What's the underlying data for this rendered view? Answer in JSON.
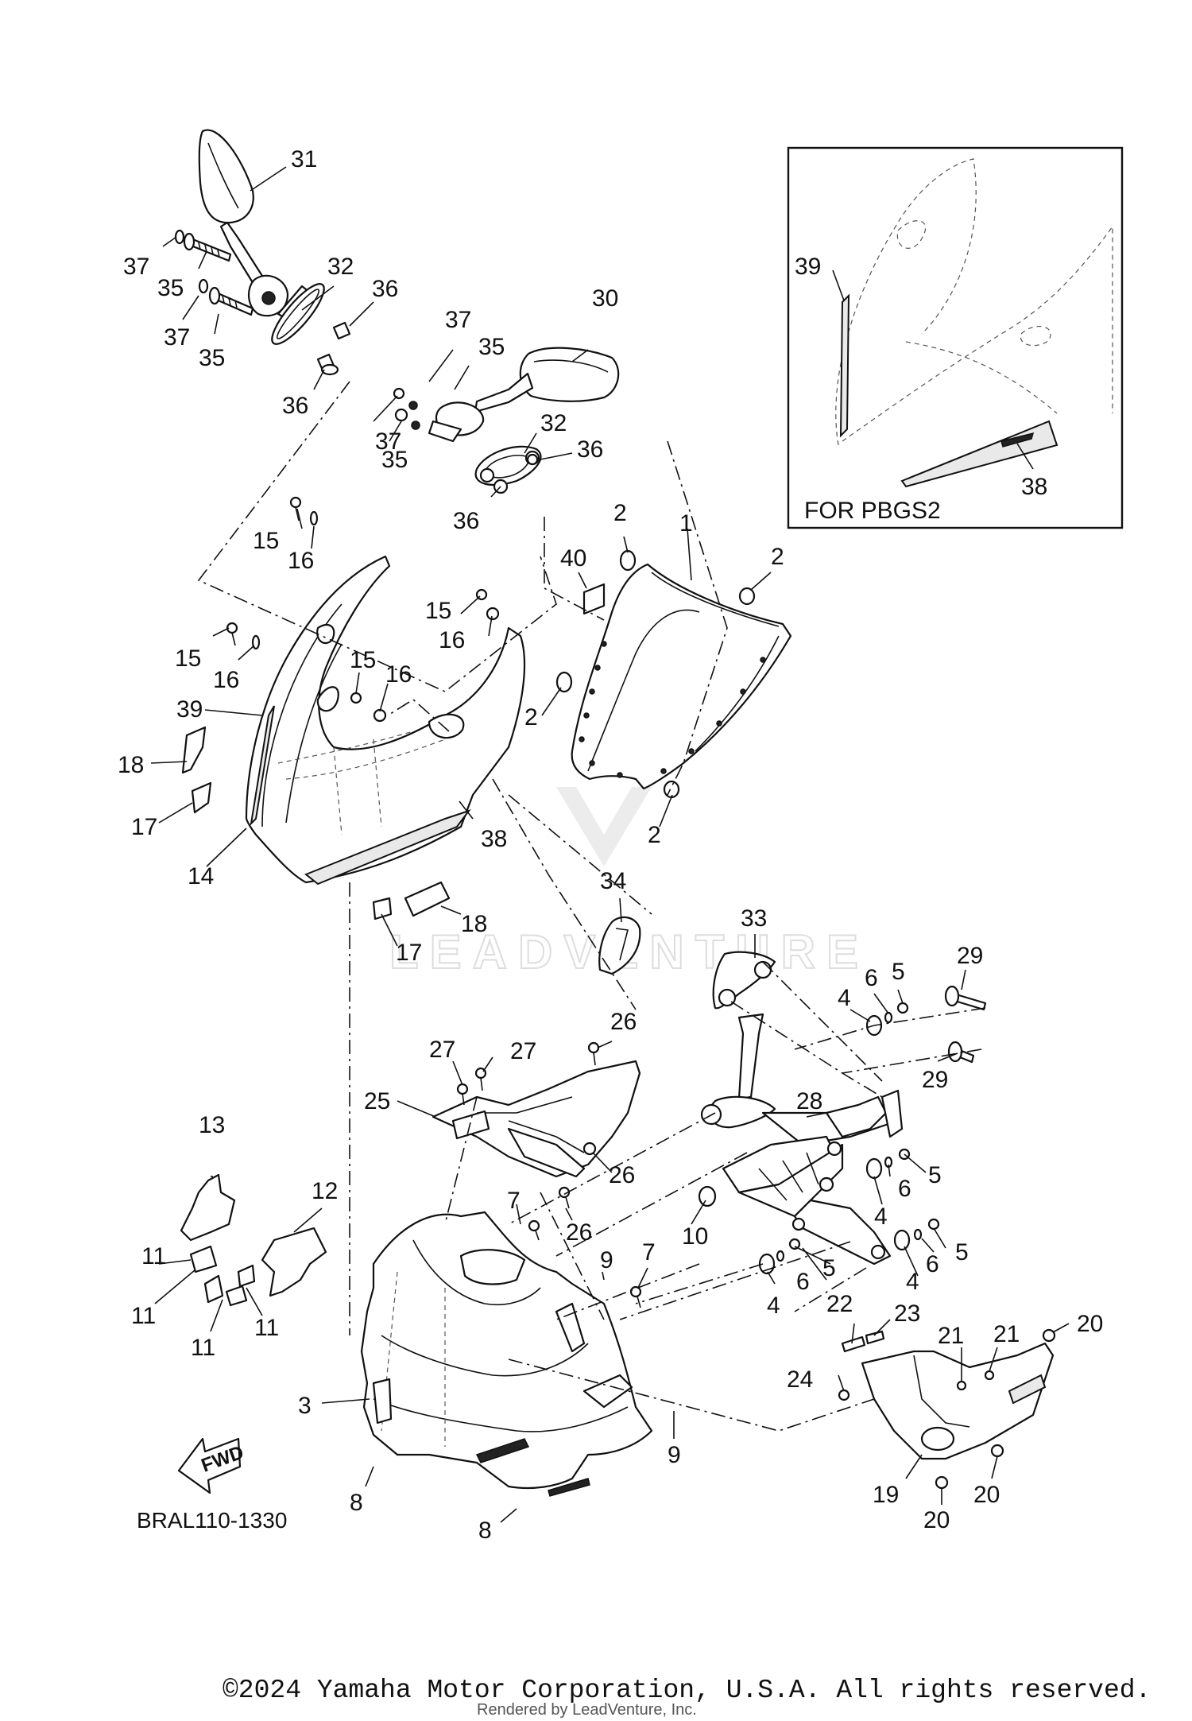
{
  "diagram": {
    "code": "BRAL110-1330",
    "fwd_label": "FWD",
    "inset_label": "FOR PBGS2",
    "watermark": "LEADVENTURE",
    "copyright": "©2024 Yamaha Motor Corporation, U.S.A. All rights reserved.",
    "rendered_by": "Rendered by LeadVenture, Inc."
  },
  "callouts": [
    {
      "id": "c31a",
      "label": "31"
    },
    {
      "id": "c37a",
      "label": "37"
    },
    {
      "id": "c35a",
      "label": "35"
    },
    {
      "id": "c32a",
      "label": "32"
    },
    {
      "id": "c36a",
      "label": "36"
    },
    {
      "id": "c37b",
      "label": "37"
    },
    {
      "id": "c35b",
      "label": "35"
    },
    {
      "id": "c36b",
      "label": "36"
    },
    {
      "id": "c30",
      "label": "30"
    },
    {
      "id": "c37c",
      "label": "37"
    },
    {
      "id": "c35c",
      "label": "35"
    },
    {
      "id": "c37d",
      "label": "37"
    },
    {
      "id": "c35d",
      "label": "35"
    },
    {
      "id": "c32b",
      "label": "32"
    },
    {
      "id": "c36c",
      "label": "36"
    },
    {
      "id": "c36d",
      "label": "36"
    },
    {
      "id": "c39a",
      "label": "39"
    },
    {
      "id": "c38a",
      "label": "38"
    },
    {
      "id": "c15a",
      "label": "15"
    },
    {
      "id": "c16a",
      "label": "16"
    },
    {
      "id": "c2a",
      "label": "2"
    },
    {
      "id": "c1",
      "label": "1"
    },
    {
      "id": "c2b",
      "label": "2"
    },
    {
      "id": "c40",
      "label": "40"
    },
    {
      "id": "c15b",
      "label": "15"
    },
    {
      "id": "c16b",
      "label": "16"
    },
    {
      "id": "c15c",
      "label": "15"
    },
    {
      "id": "c16c",
      "label": "16"
    },
    {
      "id": "c15d",
      "label": "15"
    },
    {
      "id": "c16d",
      "label": "16"
    },
    {
      "id": "c39b",
      "label": "39"
    },
    {
      "id": "c18a",
      "label": "18"
    },
    {
      "id": "c2c",
      "label": "2"
    },
    {
      "id": "c17a",
      "label": "17"
    },
    {
      "id": "c38b",
      "label": "38"
    },
    {
      "id": "c2d",
      "label": "2"
    },
    {
      "id": "c14",
      "label": "14"
    },
    {
      "id": "c18b",
      "label": "18"
    },
    {
      "id": "c34",
      "label": "34"
    },
    {
      "id": "c17b",
      "label": "17"
    },
    {
      "id": "c33",
      "label": "33"
    },
    {
      "id": "c29a",
      "label": "29"
    },
    {
      "id": "c6a",
      "label": "6"
    },
    {
      "id": "c5a",
      "label": "5"
    },
    {
      "id": "c4a",
      "label": "4"
    },
    {
      "id": "c26a",
      "label": "26"
    },
    {
      "id": "c27a",
      "label": "27"
    },
    {
      "id": "c27b",
      "label": "27"
    },
    {
      "id": "c29b",
      "label": "29"
    },
    {
      "id": "c25",
      "label": "25"
    },
    {
      "id": "c28",
      "label": "28"
    },
    {
      "id": "c13",
      "label": "13"
    },
    {
      "id": "c26b",
      "label": "26"
    },
    {
      "id": "c5b",
      "label": "5"
    },
    {
      "id": "c6b",
      "label": "6"
    },
    {
      "id": "c12",
      "label": "12"
    },
    {
      "id": "c26c",
      "label": "26"
    },
    {
      "id": "c7a",
      "label": "7"
    },
    {
      "id": "c10",
      "label": "10"
    },
    {
      "id": "c4b",
      "label": "4"
    },
    {
      "id": "c5c",
      "label": "5"
    },
    {
      "id": "c6c",
      "label": "6"
    },
    {
      "id": "c11a",
      "label": "11"
    },
    {
      "id": "c9a",
      "label": "9"
    },
    {
      "id": "c7b",
      "label": "7"
    },
    {
      "id": "c6d",
      "label": "6"
    },
    {
      "id": "c5d",
      "label": "5"
    },
    {
      "id": "c4c",
      "label": "4"
    },
    {
      "id": "c4d",
      "label": "4"
    },
    {
      "id": "c11b",
      "label": "11"
    },
    {
      "id": "c11c",
      "label": "11"
    },
    {
      "id": "c11d",
      "label": "11"
    },
    {
      "id": "c22",
      "label": "22"
    },
    {
      "id": "c23",
      "label": "23"
    },
    {
      "id": "c21a",
      "label": "21"
    },
    {
      "id": "c21b",
      "label": "21"
    },
    {
      "id": "c20a",
      "label": "20"
    },
    {
      "id": "c24",
      "label": "24"
    },
    {
      "id": "c3",
      "label": "3"
    },
    {
      "id": "c9b",
      "label": "9"
    },
    {
      "id": "c8a",
      "label": "8"
    },
    {
      "id": "c19",
      "label": "19"
    },
    {
      "id": "c20b",
      "label": "20"
    },
    {
      "id": "c20c",
      "label": "20"
    },
    {
      "id": "c8b",
      "label": "8"
    }
  ]
}
